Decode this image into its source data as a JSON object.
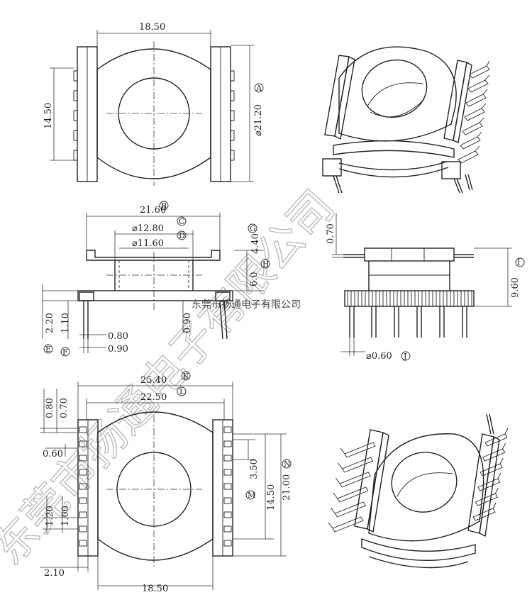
{
  "watermark": "东莞市扬通电子有限公司",
  "company_label": "东莞市扬通电子有限公司",
  "top_view": {
    "width_dim": "18.50",
    "height_dim": "14.50",
    "diameter_dim": "⌀21.20",
    "marker_a": "A"
  },
  "side_view": {
    "d_216": "21.60",
    "d_128": "⌀12.80",
    "d_116": "⌀11.60",
    "d_44": "4.40",
    "d_60": "6.0",
    "d_22": "2.20",
    "d_11": "1.10",
    "d_080": "0.80",
    "d_090a": "0.90",
    "d_090b": "0.90",
    "marker_b": "B",
    "marker_c": "C",
    "marker_d": "D",
    "marker_g": "G",
    "marker_h": "H",
    "marker_e": "E",
    "marker_f": "F"
  },
  "end_view": {
    "d_070": "0.70",
    "d_960": "9.60",
    "pin_dia": "⌀0.60",
    "marker_i": "I",
    "marker_j": "J"
  },
  "bottom_view": {
    "d_254": "25.40",
    "d_225": "22.50",
    "d_080": "0.80",
    "d_070": "0.70",
    "d_060": "0.60",
    "d_120": "1.20",
    "d_100": "1.00",
    "d_210": "2.10",
    "d_350": "3.50",
    "d_1450": "14.50",
    "d_2100": "21.00",
    "d_1850": "18.50",
    "marker_k": "K",
    "marker_l": "L",
    "marker_m": "M",
    "marker_n": "N"
  }
}
